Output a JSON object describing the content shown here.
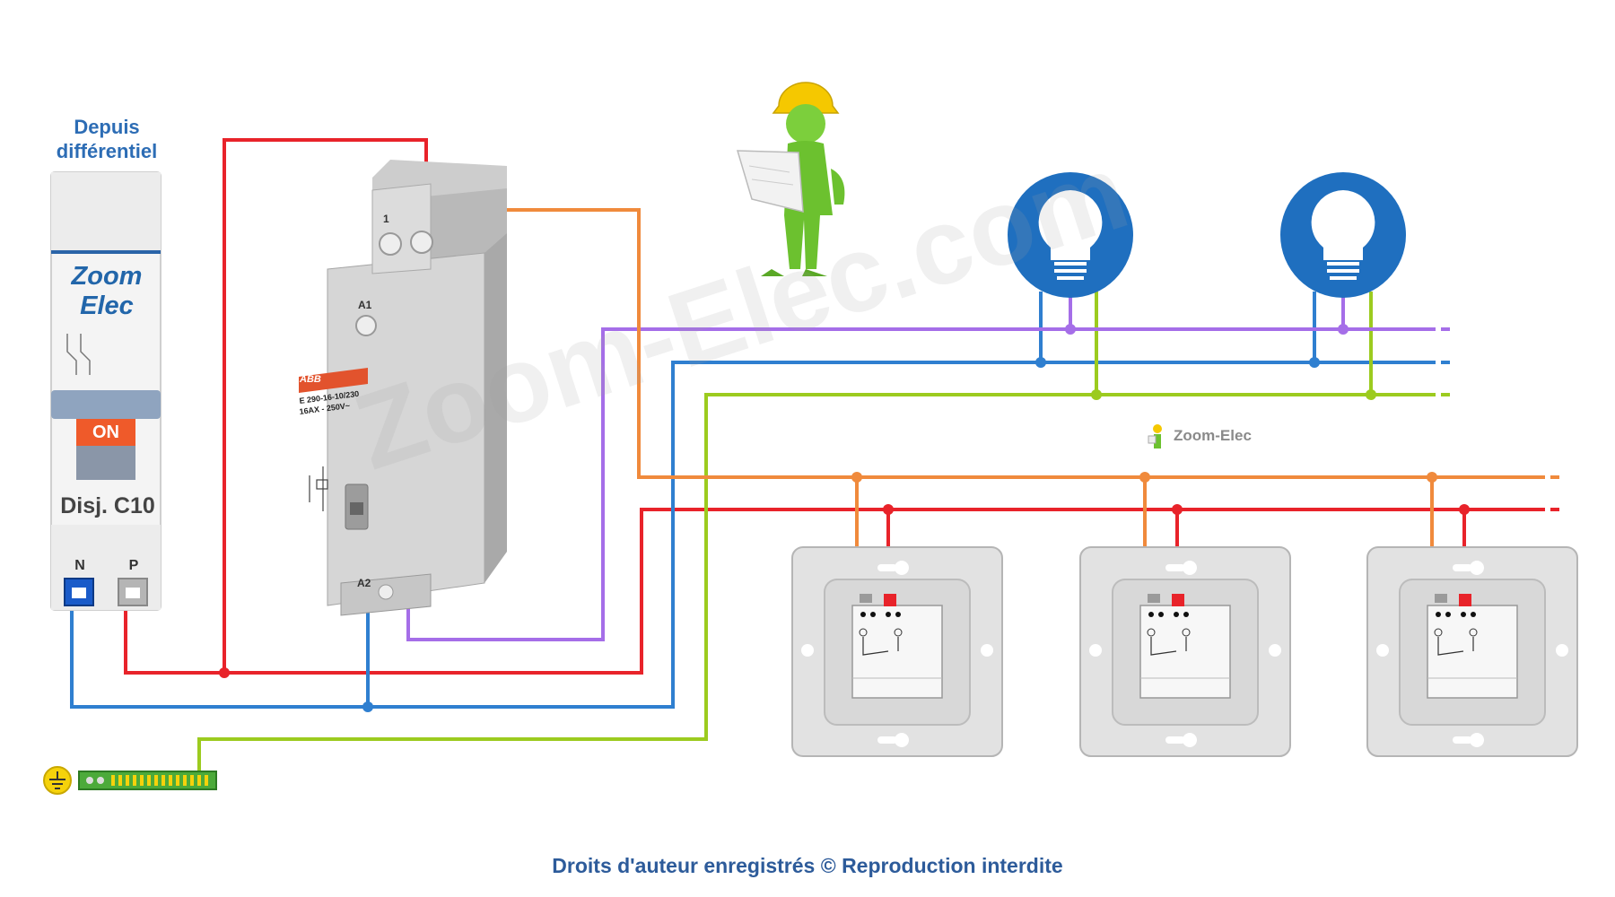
{
  "labels": {
    "origin": "Depuis différentiel",
    "breaker_brand": "Zoom Elec",
    "breaker_state": "ON",
    "breaker_rating": "Disj. C10",
    "terminal_n": "N",
    "terminal_p": "P",
    "relay_terminal_1": "1",
    "relay_terminal_a1": "A1",
    "relay_terminal_a2": "A2",
    "relay_brand": "ABB",
    "relay_model": "E 290-16-10/230",
    "relay_rating": "16AX - 250V~",
    "copyright": "Droits d'auteur enregistrés © Reproduction interdite",
    "watermark": "Zoom-Elec.com",
    "logo": "Zoom-Elec"
  },
  "colors": {
    "phase": "#e8232a",
    "neutral": "#2f7fd0",
    "earth": "#9ccb1f",
    "return_switched": "#f08a3c",
    "return_lamp": "#a56ee8",
    "lamp_blue": "#1f6fbf"
  },
  "icons": [
    "lightbulb-icon",
    "earth-ground-icon",
    "worker-figure",
    "push-button-switch"
  ]
}
